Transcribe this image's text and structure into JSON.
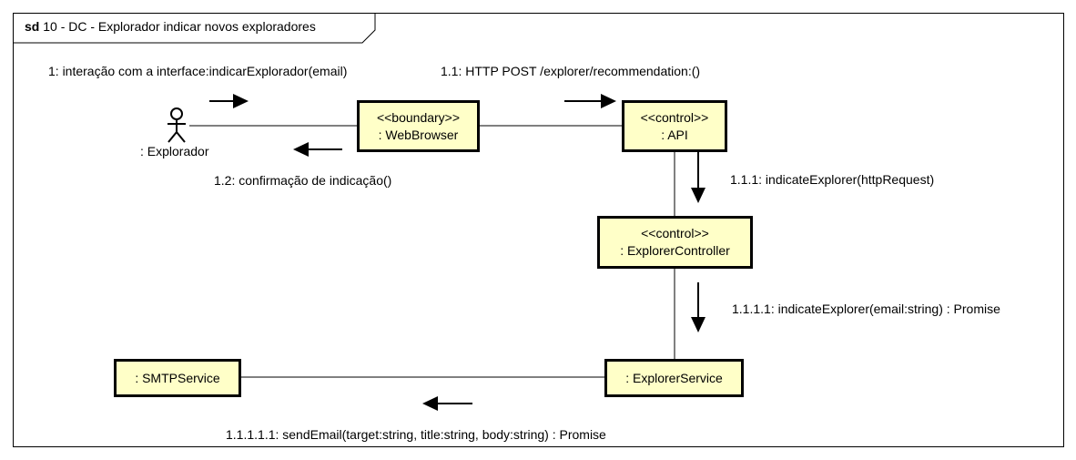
{
  "frame": {
    "keyword": "sd",
    "name": "10 - DC - Explorador indicar novos exploradores"
  },
  "actor": {
    "name": ": Explorador"
  },
  "objects": {
    "webbrowser": {
      "stereotype": "<<boundary>>",
      "name": ": WebBrowser"
    },
    "api": {
      "stereotype": "<<control>>",
      "name": ": API"
    },
    "controller": {
      "stereotype": "<<control>>",
      "name": ": ExplorerController"
    },
    "service": {
      "name": ": ExplorerService"
    },
    "smtp": {
      "name": ": SMTPService"
    }
  },
  "messages": {
    "m1": "1: interação com a interface:indicarExplorador(email)",
    "m1_1": "1.1: HTTP POST /explorer/recommendation:()",
    "m1_2": "1.2: confirmação de indicação()",
    "m1_1_1": "1.1.1: indicateExplorer(httpRequest)",
    "m1_1_1_1": "1.1.1.1: indicateExplorer(email:string) : Promise",
    "m1_1_1_1_1": "1.1.1.1.1: sendEmail(target:string, title:string, body:string) : Promise"
  }
}
